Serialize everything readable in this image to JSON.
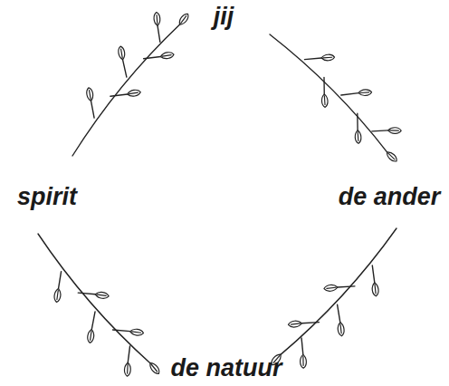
{
  "diagram": {
    "labels": [
      "jij",
      "spirit",
      "de ander",
      "de natuur"
    ]
  }
}
